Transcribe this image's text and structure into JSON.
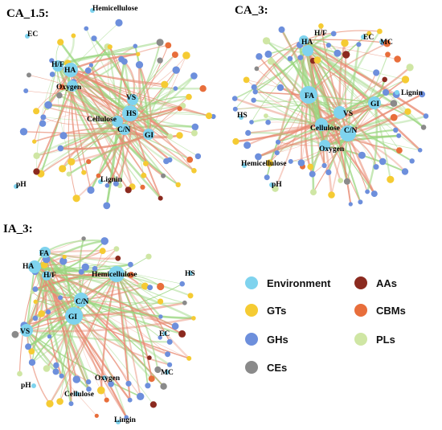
{
  "colors": {
    "Environment": "#7fd3ee",
    "GTs": "#f5cb33",
    "GHs": "#6d8fdc",
    "CEs": "#8a8a8a",
    "AAs": "#8b2a1f",
    "CBMs": "#e86e3b",
    "PLs": "#cfe6a4",
    "edge_positive": "#e88a72",
    "edge_negative": "#9ad67f"
  },
  "legend": [
    {
      "key": "Environment",
      "label": "Environment"
    },
    {
      "key": "AAs",
      "label": "AAs"
    },
    {
      "key": "GTs",
      "label": "GTs"
    },
    {
      "key": "CBMs",
      "label": "CBMs"
    },
    {
      "key": "GHs",
      "label": "GHs"
    },
    {
      "key": "PLs",
      "label": "PLs"
    },
    {
      "key": "CEs",
      "label": "CEs"
    }
  ],
  "panels": [
    {
      "id": "CA_1.5",
      "title": "CA_1.5:",
      "hubs": [
        {
          "label": "H/F"
        },
        {
          "label": "HA"
        },
        {
          "label": "Oxygen"
        },
        {
          "label": "VS"
        },
        {
          "label": "HS"
        },
        {
          "label": "Cellulose"
        },
        {
          "label": "C/N"
        },
        {
          "label": "GI"
        }
      ],
      "periph_labels": [
        {
          "label": "Hemicellulose"
        },
        {
          "label": "EC"
        },
        {
          "label": "Lignin"
        },
        {
          "label": "pH"
        }
      ]
    },
    {
      "id": "CA_3",
      "title": "CA_3:",
      "hubs": [
        {
          "label": "H/F"
        },
        {
          "label": "HA"
        },
        {
          "label": "FA"
        },
        {
          "label": "VS"
        },
        {
          "label": "GI"
        },
        {
          "label": "Cellulose"
        },
        {
          "label": "C/N"
        },
        {
          "label": "Oxygen"
        }
      ],
      "periph_labels": [
        {
          "label": "EC"
        },
        {
          "label": "MC"
        },
        {
          "label": "Lignin"
        },
        {
          "label": "HS"
        },
        {
          "label": "Hemicellulose"
        },
        {
          "label": "pH"
        }
      ]
    },
    {
      "id": "IA_3",
      "title": "IA_3:",
      "hubs": [
        {
          "label": "FA"
        },
        {
          "label": "HA"
        },
        {
          "label": "H/F"
        },
        {
          "label": "Hemicellulose"
        },
        {
          "label": "C/N"
        },
        {
          "label": "GI"
        },
        {
          "label": "VS"
        }
      ],
      "periph_labels": [
        {
          "label": "HS"
        },
        {
          "label": "EC"
        },
        {
          "label": "MC"
        },
        {
          "label": "Oxygen"
        },
        {
          "label": "pH"
        },
        {
          "label": "Cellulose"
        },
        {
          "label": "Lingin"
        }
      ]
    }
  ]
}
